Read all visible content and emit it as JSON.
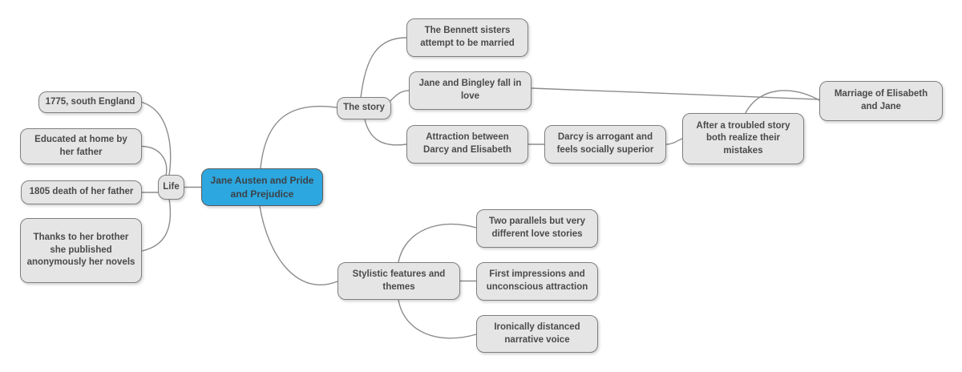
{
  "palette": {
    "background": "#ffffff",
    "root_fill": "#2ca7df",
    "root_border": "#5b5b5b",
    "root_text_color": "#3c4247",
    "node_fill": "#e5e5e5",
    "node_border": "#7f7f7f",
    "text_color": "#4a4a4a",
    "edge_color": "#8c8c8c"
  },
  "mindmap": {
    "root": {
      "label": "Jane Austen and Pride and Prejudice"
    },
    "nodes": {
      "life": {
        "label": "Life"
      },
      "born": {
        "label": "1775, south England"
      },
      "educated": {
        "label": "Educated at home by her father"
      },
      "death": {
        "label": "1805 death of her father"
      },
      "published": {
        "label": "Thanks to her brother she published anonymously her novels"
      },
      "story": {
        "label": "The story"
      },
      "bennett": {
        "label": "The Bennett sisters attempt to be married"
      },
      "jane_bingley": {
        "label": "Jane and Bingley fall in love"
      },
      "attraction": {
        "label": "Attraction between Darcy and Elisabeth"
      },
      "darcy": {
        "label": "Darcy is arrogant and feels socially superior"
      },
      "troubled": {
        "label": "After a troubled story both realize their mistakes"
      },
      "marriage": {
        "label": "Marriage of Elisabeth and Jane"
      },
      "style": {
        "label": "Stylistic features and themes"
      },
      "two_parallels": {
        "label": "Two parallels but very different love stories"
      },
      "first_impressions": {
        "label": "First impressions and unconscious attraction"
      },
      "ironic": {
        "label": "Ironically distanced narrative voice"
      }
    },
    "edges": [
      {
        "from": "root",
        "to": "life"
      },
      {
        "from": "life",
        "to": "born"
      },
      {
        "from": "life",
        "to": "educated"
      },
      {
        "from": "life",
        "to": "death"
      },
      {
        "from": "life",
        "to": "published"
      },
      {
        "from": "root",
        "to": "story"
      },
      {
        "from": "story",
        "to": "bennett"
      },
      {
        "from": "story",
        "to": "jane_bingley"
      },
      {
        "from": "story",
        "to": "attraction"
      },
      {
        "from": "attraction",
        "to": "darcy"
      },
      {
        "from": "darcy",
        "to": "troubled"
      },
      {
        "from": "troubled",
        "to": "marriage"
      },
      {
        "from": "jane_bingley",
        "to": "marriage"
      },
      {
        "from": "root",
        "to": "style"
      },
      {
        "from": "style",
        "to": "two_parallels"
      },
      {
        "from": "style",
        "to": "first_impressions"
      },
      {
        "from": "style",
        "to": "ironic"
      }
    ]
  }
}
